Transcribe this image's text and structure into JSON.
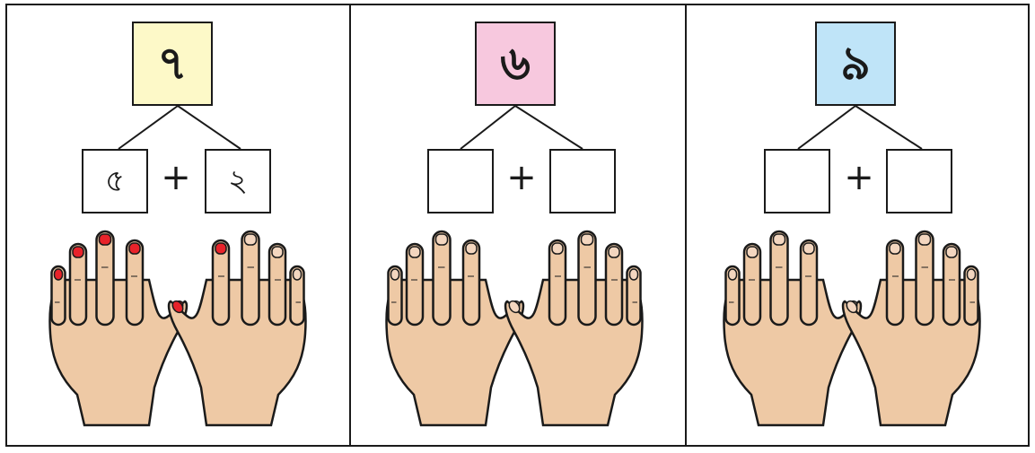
{
  "colors": {
    "panel_1_box": "#fdf9c8",
    "panel_2_box": "#f7c8de",
    "panel_3_box": "#bfe4f8",
    "skin": "#eec9a5",
    "nail": "#f3d6bf",
    "nail_painted": "#e8232a",
    "outline": "#1a1a1a"
  },
  "panels": [
    {
      "total": "৭",
      "left": "৫",
      "right": "২",
      "plus": "+",
      "painted_fingers": 7
    },
    {
      "total": "৬",
      "left": "",
      "right": "",
      "plus": "+",
      "painted_fingers": 0
    },
    {
      "total": "৯",
      "left": "",
      "right": "",
      "plus": "+",
      "painted_fingers": 0
    }
  ]
}
